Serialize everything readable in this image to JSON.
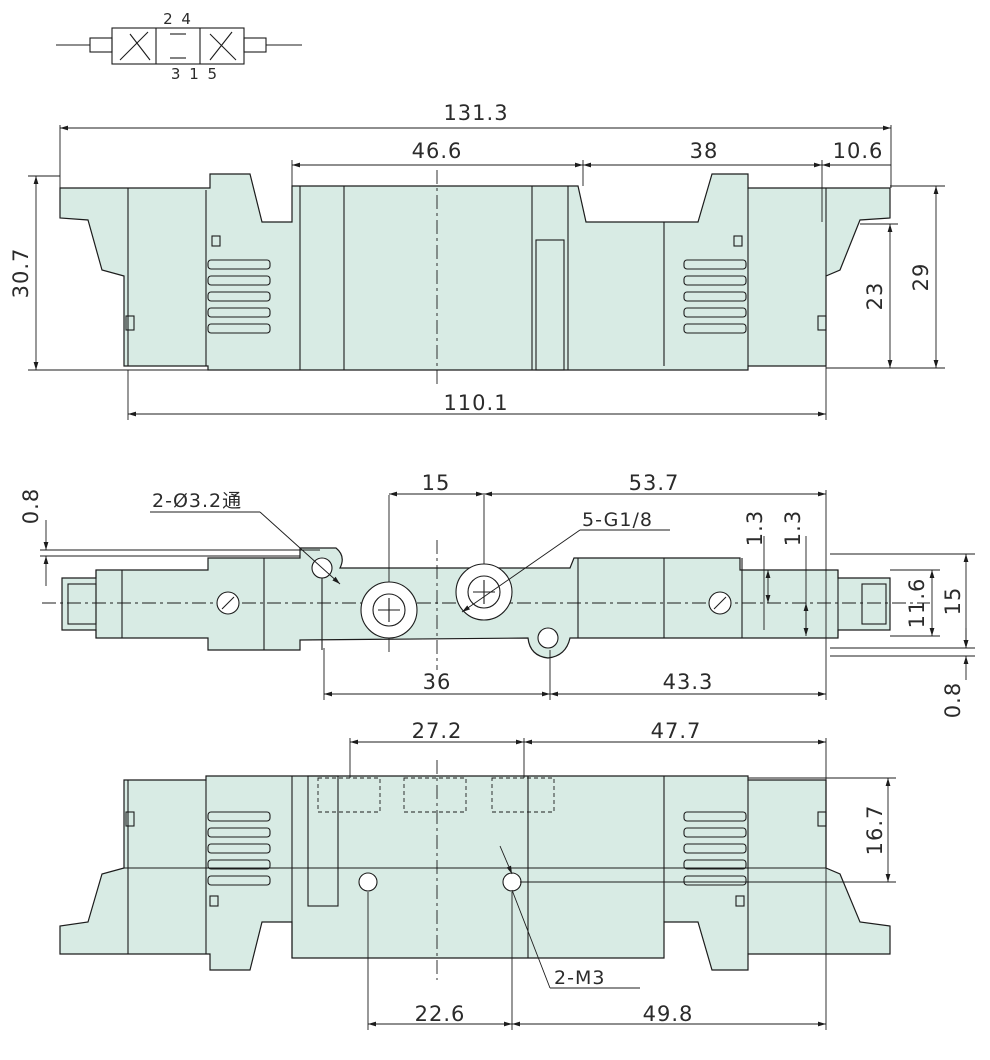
{
  "symbol": {
    "top_ports": "2 4",
    "bottom_ports": "3 1 5"
  },
  "front_view": {
    "overall_length": "131.3",
    "main_body_length": "46.6",
    "right_body_length": "38",
    "end_offset": "10.6",
    "height_overall": "30.7",
    "height_right": "29",
    "height_inner": "23",
    "base_length": "110.1"
  },
  "top_view": {
    "flange_thickness_top": "0.8",
    "flange_thickness_bottom": "0.8",
    "port_pitch": "15",
    "right_span": "53.7",
    "mount_hole_note": "2-Ø3.2通",
    "port_thread_note": "5-G1/8",
    "offset_a": "1.3",
    "offset_b": "1.3",
    "body_width": "11.6",
    "width_overall": "15",
    "hole_pitch": "36",
    "hole_to_end": "43.3"
  },
  "bottom_view": {
    "port_span": "27.2",
    "port_to_end": "47.7",
    "port_height": "16.7",
    "screw_pitch": "22.6",
    "screw_to_end": "49.8",
    "screw_note": "2-M3"
  }
}
